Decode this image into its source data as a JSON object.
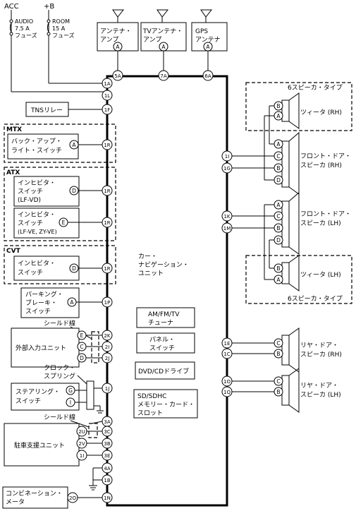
{
  "power": {
    "acc": "ACC",
    "b": "+B",
    "fuse_audio": [
      "AUDIO",
      "7.5 A",
      "フューズ"
    ],
    "fuse_room": [
      "ROOM",
      "15 A",
      "フューズ"
    ]
  },
  "antennas": {
    "amp": [
      "アンテナ・",
      "アンプ"
    ],
    "tv": [
      "TVアンテナ・",
      "アンプ"
    ],
    "gps": [
      "GPS",
      "アンテナ"
    ]
  },
  "pins": {
    "p5a": "5A",
    "p7a": "7A",
    "p6a": "6A",
    "p1a": "1A",
    "p1l": "1L",
    "p1f": "1F",
    "p1r": "1R",
    "p1p": "1P",
    "p2k": "2K",
    "p2i": "2I",
    "p2j": "2J",
    "p1j": "1J",
    "p3a": "3A",
    "p3c": "3C",
    "p3b": "3B",
    "p3e": "3E",
    "p4a": "4A",
    "p1b": "1B",
    "p1n": "1N",
    "p1i": "1I",
    "p1g": "1G",
    "p1k": "1K",
    "p1m": "1M",
    "p1e": "1E",
    "p1c": "1C",
    "p1o": "1O",
    "p1q": "1Q",
    "p2u": "2U",
    "p2v": "2V",
    "p1i_b": "1I",
    "p2o": "2O",
    "a": "A",
    "b": "B",
    "c": "C",
    "d": "D",
    "e": "E",
    "g": "G",
    "i": "I"
  },
  "left": {
    "tns": "TNSリレー",
    "mtx_label": "MTX",
    "backup": [
      "バック・アップ・",
      "ライト・スイッチ"
    ],
    "atx_label": "ATX",
    "inhib_lfvd": [
      "インヒビタ・",
      "スイッチ",
      "(LF-VD)"
    ],
    "inhib_lfve": [
      "インヒビタ・",
      "スイッチ",
      "(LF-VE, ZY-VE)"
    ],
    "cvt_label": "CVT",
    "inhib_cvt": [
      "インヒビタ・",
      "スイッチ"
    ],
    "parking": [
      "パーキング・",
      "ブレーキ・",
      "スイッチ"
    ],
    "shield1": "シールド線",
    "ext_input": "外部入力ユニット",
    "clock": [
      "クロック・",
      "スプリング"
    ],
    "steering": [
      "ステアリング・",
      "スイッチ"
    ],
    "shield2": "シールド線",
    "parking_assist": "駐車支援ユニット",
    "combo": [
      "コンビネーション・",
      "メータ"
    ]
  },
  "center": {
    "nav": [
      "カー・",
      "ナビゲーション・",
      "ユニット"
    ],
    "tuner": [
      "AM/FM/TV",
      "チューナ"
    ],
    "panel": [
      "パネル・",
      "スイッチ"
    ],
    "dvd": "DVD/CDドライブ",
    "sd": [
      "SD/SDHC",
      "メモリー・カード・",
      "スロット"
    ]
  },
  "right": {
    "six_top": "6スピーカ・タイプ",
    "tweeter_rh": "ツィータ (RH)",
    "front_rh": [
      "フロント・ドア・",
      "スピーカ (RH)"
    ],
    "front_lh": [
      "フロント・ドア・",
      "スピーカ (LH)"
    ],
    "tweeter_lh": "ツィータ (LH)",
    "six_bottom": "6スピーカ・タイプ",
    "rear_rh": [
      "リヤ・ドア・",
      "スピーカ (RH)"
    ],
    "rear_lh": [
      "リヤ・ドア・",
      "スピーカ (LH)"
    ]
  }
}
